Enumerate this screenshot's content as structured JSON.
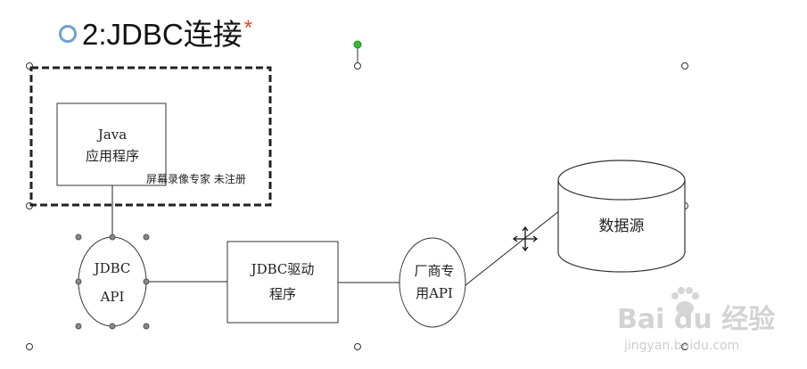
{
  "title": {
    "text": "2:JDBC连接",
    "asterisk": "*"
  },
  "nodes": {
    "java_app": {
      "line1": "Java",
      "line2": "应用程序"
    },
    "jdbc_api": {
      "line1": "JDBC",
      "line2": "API"
    },
    "jdbc_driver": {
      "line1": "JDBC驱动",
      "line2": "程序"
    },
    "vendor_api": {
      "line1": "厂商专",
      "line2": "用API"
    },
    "datasource": {
      "label": "数据源"
    }
  },
  "watermarks": {
    "recorder": "屏幕录像专家 未注册",
    "baidu_logo": "Bai du 经验",
    "baidu_url": "jingyan.baidu.com"
  },
  "colors": {
    "title_bullet": "#6f9fd8",
    "asterisk": "#e8472b",
    "rotate_handle": "#2bbf2b",
    "stroke": "#222222"
  }
}
